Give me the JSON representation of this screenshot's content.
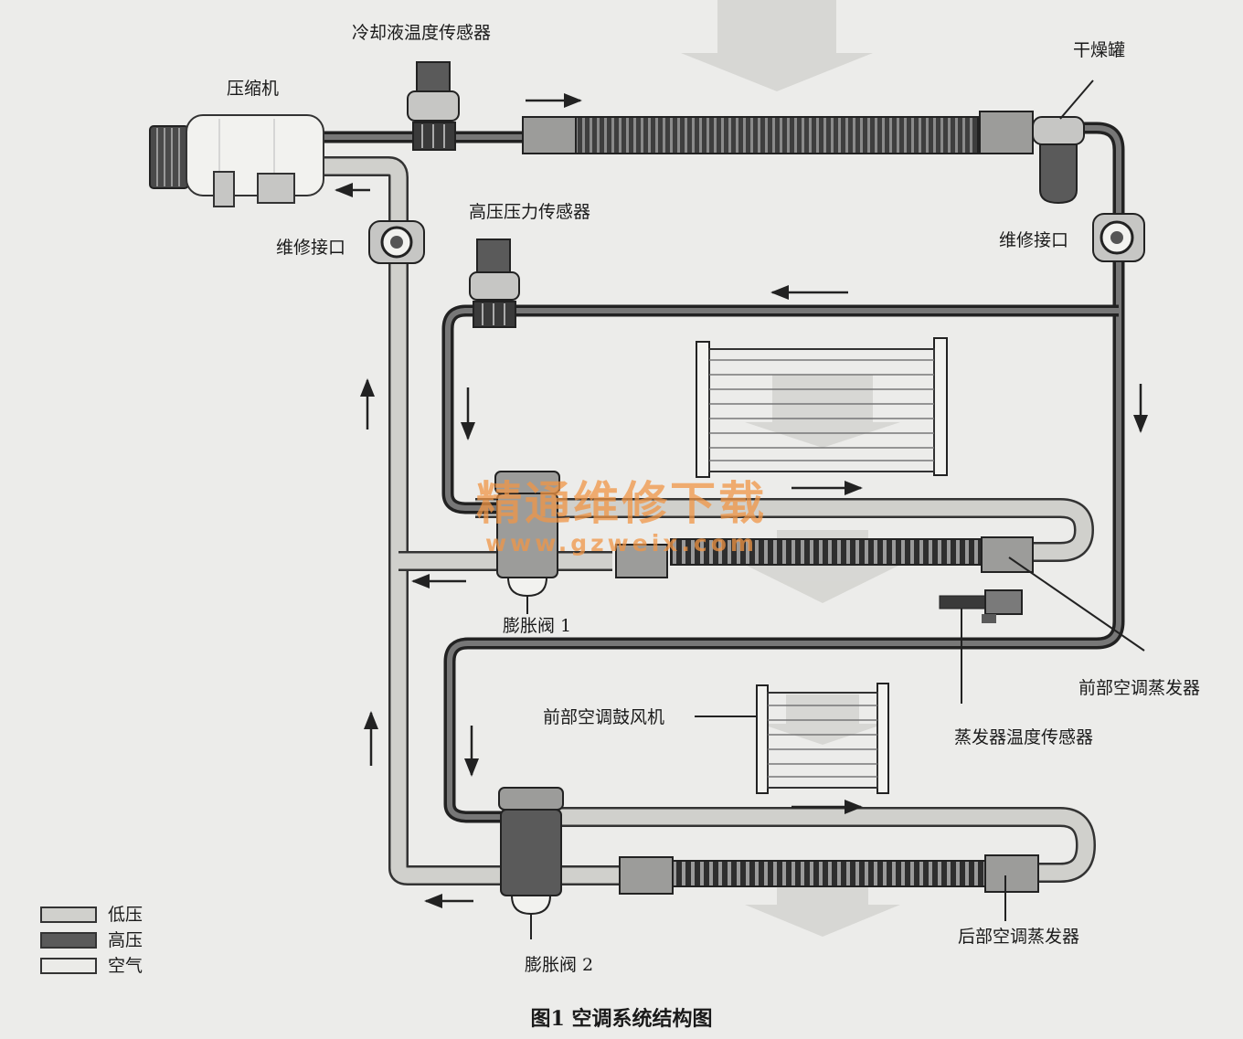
{
  "labels": {
    "coolant_temp_sensor": "冷却液温度传感器",
    "compressor": "压缩机",
    "dryer": "干燥罐",
    "service_port_left": "维修接口",
    "service_port_right": "维修接口",
    "high_pressure_sensor": "高压压力传感器",
    "expansion_valve_1": "膨胀阀 1",
    "front_evaporator": "前部空调蒸发器",
    "front_blower": "前部空调鼓风机",
    "evaporator_temp_sensor": "蒸发器温度传感器",
    "expansion_valve_2": "膨胀阀 2",
    "rear_evaporator": "后部空调蒸发器"
  },
  "legend": [
    {
      "label": "低压",
      "color": "#d0d0cc"
    },
    {
      "label": "高压",
      "color": "#5a5a5a"
    },
    {
      "label": "空气",
      "color": "#ebebe8"
    }
  ],
  "caption": "图1  空调系统结构图",
  "watermark": {
    "text": "精通维修下载",
    "url": "www.gzweix.com"
  },
  "colors": {
    "low_pressure": "#d0d0cc",
    "high_pressure": "#5a5a5a",
    "air": "#ebebe8",
    "watermark": "#f0964a"
  }
}
